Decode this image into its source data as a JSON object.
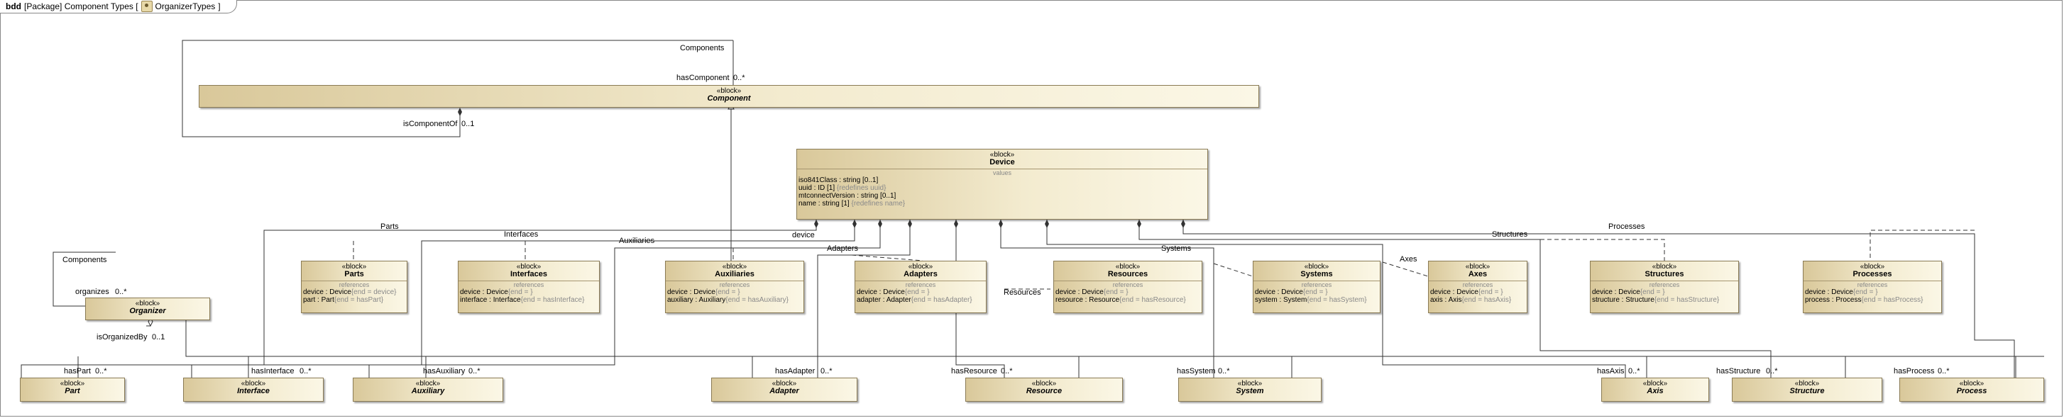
{
  "frame": {
    "kind": "bdd",
    "title_prefix": "[Package] Component Types [",
    "icon": "organizer-package-icon",
    "diagram_name": "OrganizerTypes",
    "title_suffix": "]"
  },
  "packages": {
    "components_top": "Components",
    "components_left": "Components"
  },
  "blocks": {
    "component": {
      "stereotype": "«block»",
      "name": "Component"
    },
    "device": {
      "stereotype": "«block»",
      "name": "Device",
      "compartment": "values",
      "rows": [
        {
          "main": "iso841Class : string [0..1]",
          "gray": ""
        },
        {
          "main": "uuid : ID [1]",
          "gray": "{redefines uuid}"
        },
        {
          "main": "mtconnectVersion : string [0..1]",
          "gray": ""
        },
        {
          "main": "name : string [1]",
          "gray": "{redefines name}"
        }
      ]
    },
    "organizer": {
      "stereotype": "«block»",
      "name": "Organizer"
    },
    "parts": {
      "stereotype": "«block»",
      "name": "Parts",
      "compartment": "references",
      "rows": [
        {
          "main": "device : Device",
          "gray": "{end = device}"
        },
        {
          "main": "part : Part",
          "gray": "{end = hasPart}"
        }
      ]
    },
    "interfaces": {
      "stereotype": "«block»",
      "name": "Interfaces",
      "compartment": "references",
      "rows": [
        {
          "main": "device : Device",
          "gray": "{end = }"
        },
        {
          "main": "interface : Interface",
          "gray": "{end = hasInterface}"
        }
      ]
    },
    "auxiliaries": {
      "stereotype": "«block»",
      "name": "Auxiliaries",
      "compartment": "references",
      "rows": [
        {
          "main": "device : Device",
          "gray": "{end = }"
        },
        {
          "main": "auxiliary : Auxiliary",
          "gray": "{end = hasAuxiliary}"
        }
      ]
    },
    "adapters": {
      "stereotype": "«block»",
      "name": "Adapters",
      "compartment": "references",
      "rows": [
        {
          "main": "device : Device",
          "gray": "{end = }"
        },
        {
          "main": "adapter : Adapter",
          "gray": "{end = hasAdapter}"
        }
      ]
    },
    "resources": {
      "stereotype": "«block»",
      "name": "Resources",
      "compartment": "references",
      "rows": [
        {
          "main": "device : Device",
          "gray": "{end = }"
        },
        {
          "main": "resource : Resource",
          "gray": "{end = hasResource}"
        }
      ]
    },
    "systems": {
      "stereotype": "«block»",
      "name": "Systems",
      "compartment": "references",
      "rows": [
        {
          "main": "device : Device",
          "gray": "{end = }"
        },
        {
          "main": "system : System",
          "gray": "{end = hasSystem}"
        }
      ]
    },
    "axes": {
      "stereotype": "«block»",
      "name": "Axes",
      "compartment": "references",
      "rows": [
        {
          "main": "device : Device",
          "gray": "{end = }"
        },
        {
          "main": "axis : Axis",
          "gray": "{end = hasAxis}"
        }
      ]
    },
    "structures": {
      "stereotype": "«block»",
      "name": "Structures",
      "compartment": "references",
      "rows": [
        {
          "main": "device : Device",
          "gray": "{end = }"
        },
        {
          "main": "structure : Structure",
          "gray": "{end = hasStructure}"
        }
      ]
    },
    "processes": {
      "stereotype": "«block»",
      "name": "Processes",
      "compartment": "references",
      "rows": [
        {
          "main": "device : Device",
          "gray": "{end = }"
        },
        {
          "main": "process : Process",
          "gray": "{end = hasProcess}"
        }
      ]
    },
    "part": {
      "stereotype": "«block»",
      "name": "Part"
    },
    "interface": {
      "stereotype": "«block»",
      "name": "Interface"
    },
    "auxiliary": {
      "stereotype": "«block»",
      "name": "Auxiliary"
    },
    "adapter": {
      "stereotype": "«block»",
      "name": "Adapter"
    },
    "resource": {
      "stereotype": "«block»",
      "name": "Resource"
    },
    "system": {
      "stereotype": "«block»",
      "name": "System"
    },
    "axis": {
      "stereotype": "«block»",
      "name": "Axis"
    },
    "structure": {
      "stereotype": "«block»",
      "name": "Structure"
    },
    "process": {
      "stereotype": "«block»",
      "name": "Process"
    }
  },
  "labels": {
    "has_component": "hasComponent",
    "mult_0_star": "0..*",
    "is_component_of": "isComponentOf",
    "mult_0_1": "0..1",
    "organizes": "organizes",
    "is_organized_by": "isOrganizedBy",
    "parts_assoc": "Parts",
    "interfaces_assoc": "Interfaces",
    "auxiliaries_assoc": "Auxiliaries",
    "device_role": "device",
    "adapters_assoc": "Adapters",
    "resources_assoc": "Resources",
    "systems_assoc": "Systems",
    "axes_assoc": "Axes",
    "structures_assoc": "Structures",
    "processes_assoc": "Processes",
    "has_part": "hasPart",
    "has_interface": "hasInterface",
    "has_auxiliary": "hasAuxiliary",
    "has_adapter": "hasAdapter",
    "has_resource": "hasResource",
    "has_system": "hasSystem",
    "has_axis": "hasAxis",
    "has_structure": "hasStructure",
    "has_process": "hasProcess"
  }
}
